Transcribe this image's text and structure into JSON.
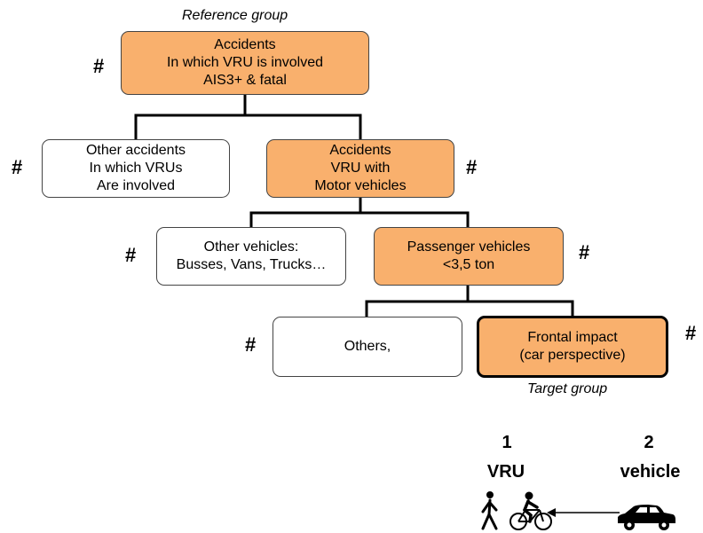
{
  "captions": {
    "reference_group": "Reference group",
    "target_group": "Target group"
  },
  "nodes": {
    "root": "Accidents\nIn which VRU is involved\nAIS3+ & fatal",
    "other_accidents": "Other accidents\nIn which VRUs\nAre involved",
    "vru_motor": "Accidents\nVRU with\nMotor vehicles",
    "other_vehicles": "Other vehicles:\nBusses, Vans, Trucks…",
    "passenger": "Passenger vehicles\n<3,5 ton",
    "others": "Others,",
    "frontal": "Frontal impact\n(car perspective)"
  },
  "hash_symbol": "#",
  "legend": {
    "vru_number": "1",
    "vru_label": "VRU",
    "vehicle_number": "2",
    "vehicle_label": "vehicle"
  },
  "colors": {
    "highlight": "#f9b06d",
    "plain": "#ffffff",
    "connector": "#000000"
  }
}
